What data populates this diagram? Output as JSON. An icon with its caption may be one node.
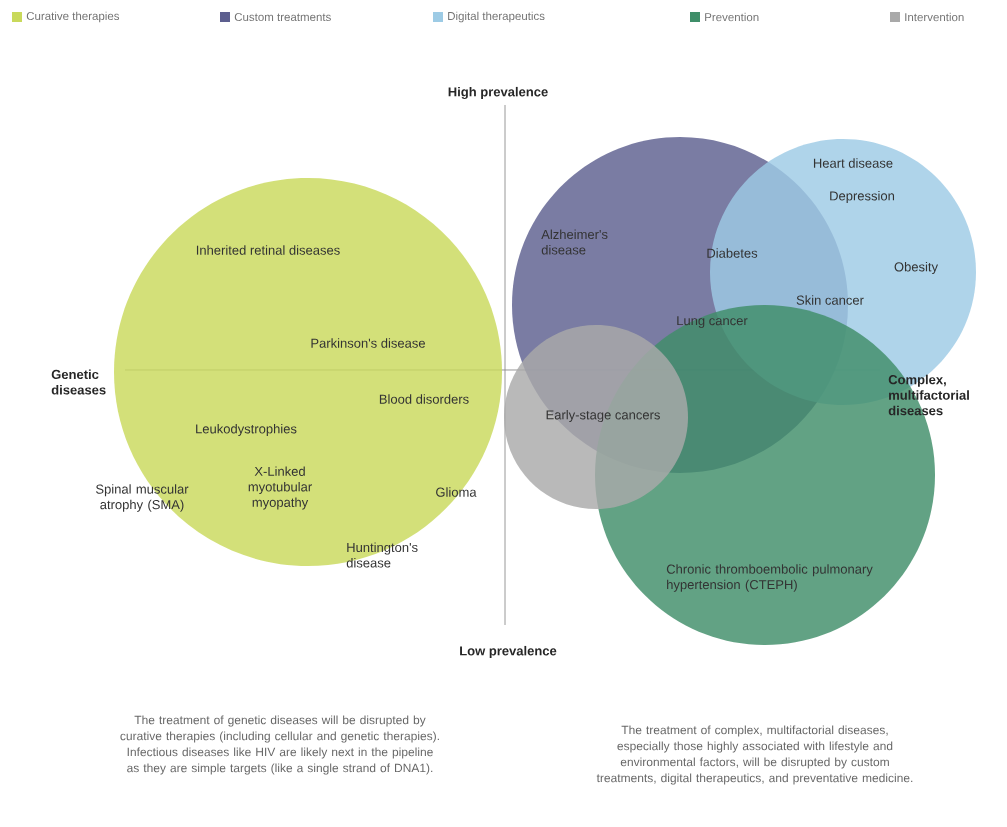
{
  "diagram": {
    "nodes": [
      {
        "text": [],
        "shape": "circle"
      },
      {
        "text": [],
        "shape": "circle"
      },
      {
        "text": [],
        "shape": "circle"
      },
      {
        "text": [],
        "shape": "circle"
      },
      {
        "text": [],
        "shape": "circle"
      }
    ],
    "labels": [
      "High prevalence",
      "Heart disease",
      "Depression",
      "Alzheimer's disease",
      "Inherited retinal diseases",
      "Diabetes",
      "Obesity",
      "Skin cancer",
      "Lung cancer",
      "Parkinson's disease",
      "Genetic diseases",
      "Complex, multifactorial diseases",
      "Blood disorders",
      "Early-stage cancers",
      "Leukodystrophies",
      "X-Linked myotubular myopathy",
      "Spinal muscular atrophy (SMA)",
      "Glioma",
      "Huntington's disease",
      "Chronic thromboembolic pulmonary hypertension (CTEPH)",
      "Low prevalence",
      "The treatment of genetic diseases will be disrupted by curative therapies (including cellular and genetic therapies). Infectious diseases like HIV are likely next in the pipeline as they are simple targets (like a single strand of DNA1).",
      "The treatment of complex, multifactorial diseases, especially those highly associated with lifestyle and environmental factors, will be disrupted by custom treatments, digital therapeutics, and preventative medicine."
    ],
    "legend": [
      {
        "text": "Curative therapies",
        "color": "#c9d95b"
      },
      {
        "text": "Custom treatments",
        "color": "#5d5f8f"
      },
      {
        "text": "Digital therapeutics",
        "color": "#9dcbe5"
      },
      {
        "text": "Prevention",
        "color": "#3f8e69"
      },
      {
        "text": "Intervention",
        "color": "#a9a9a9"
      }
    ]
  }
}
